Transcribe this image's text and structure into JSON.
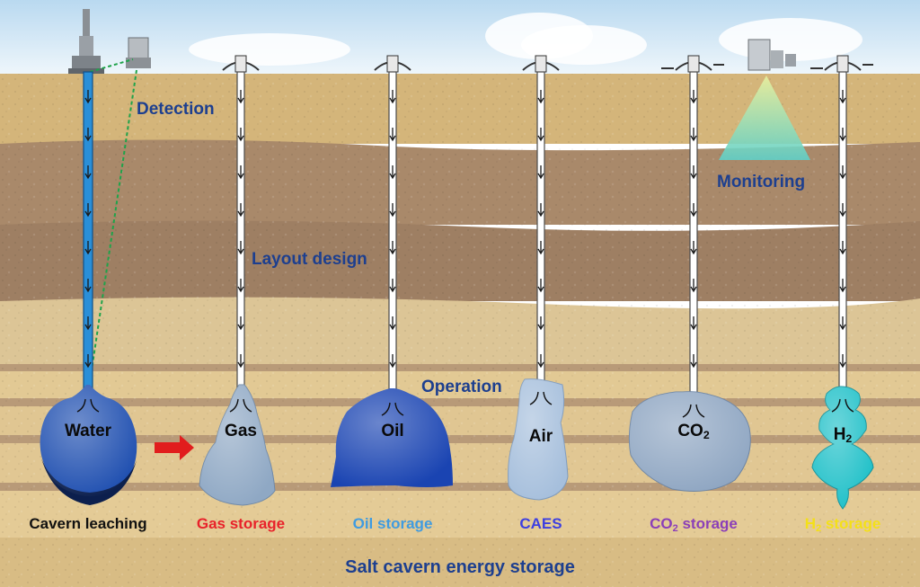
{
  "process_labels": {
    "detection": "Detection",
    "monitoring": "Monitoring",
    "layout_design": "Layout design",
    "operation": "Operation"
  },
  "caverns": [
    {
      "id": "leaching",
      "content_label": "Water",
      "caption": "Cavern leaching",
      "caption_color": "#111111"
    },
    {
      "id": "gas",
      "content_label": "Gas",
      "caption": "Gas storage",
      "caption_color": "#e8222a"
    },
    {
      "id": "oil",
      "content_label": "Oil",
      "caption": "Oil storage",
      "caption_color": "#3f9be0"
    },
    {
      "id": "caes",
      "content_label": "Air",
      "caption": "CAES",
      "caption_color": "#3d3fe0"
    },
    {
      "id": "co2",
      "content_label": "CO",
      "content_sub": "2",
      "caption": "CO",
      "caption_sub": "2",
      "caption_suffix": " storage",
      "caption_color": "#8b3fb8"
    },
    {
      "id": "h2",
      "content_label": "H",
      "content_sub": "2",
      "caption": "H",
      "caption_sub": "2",
      "caption_suffix": " storage",
      "caption_color": "#f4e018"
    }
  ],
  "footer_title": "Salt cavern energy storage",
  "colors": {
    "sky": "#cfe6f5",
    "soil_light": "#d4b77a",
    "soil_dark": "#a88863",
    "salt_layer": "#e2c994",
    "water_cavern": "#1f4fb0",
    "gas_cavern": "#8fa8c4",
    "oil_cavern": "#1a44b2",
    "air_cavern": "#a6bfdc",
    "co2_cavern": "#8fa6c2",
    "h2_cavern": "#1fc0c8",
    "text_blue": "#1d3f8f"
  }
}
